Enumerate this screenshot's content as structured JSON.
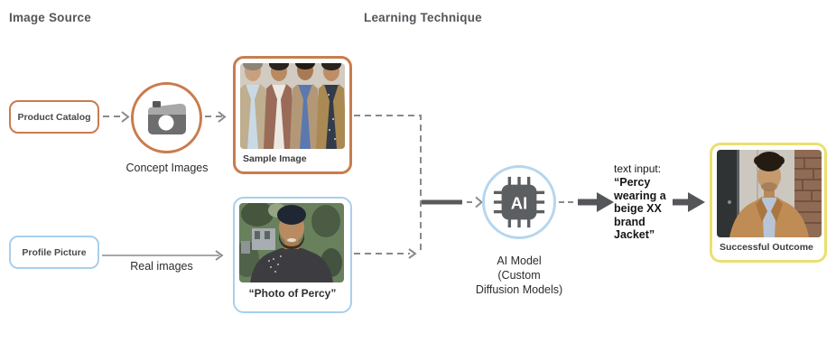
{
  "headings": {
    "image_source": "Image Source",
    "learning_technique": "Learning Technique"
  },
  "nodes": {
    "product_catalog": {
      "label": "Product Catalog"
    },
    "concept_images": {
      "label": "Concept Images",
      "icon": "camera-icon"
    },
    "sample_image": {
      "label": "Sample Image"
    },
    "profile_picture": {
      "label": "Profile Picture"
    },
    "real_images": {
      "label": "Real images"
    },
    "photo_of_percy": {
      "label": "“Photo of Percy”"
    },
    "ai_model": {
      "icon": "ai-chip-icon",
      "chip_text": "AI",
      "label_lines": [
        "AI Model",
        "(Custom",
        "Diffusion Models)"
      ]
    },
    "text_input": {
      "prefix": "text input:",
      "prompt_lines": [
        "“Percy",
        "wearing a",
        "beige XX",
        "brand",
        "Jacket”"
      ]
    },
    "successful_outcome": {
      "label": "Successful Outcome"
    }
  },
  "colors": {
    "accent_orange": "#C97C4E",
    "accent_blue": "#A9CFEC",
    "accent_yellow": "#ECDF6E",
    "arrow_gray": "#8A8A8A",
    "arrow_dark": "#55565A",
    "heading_text": "#55565A"
  }
}
